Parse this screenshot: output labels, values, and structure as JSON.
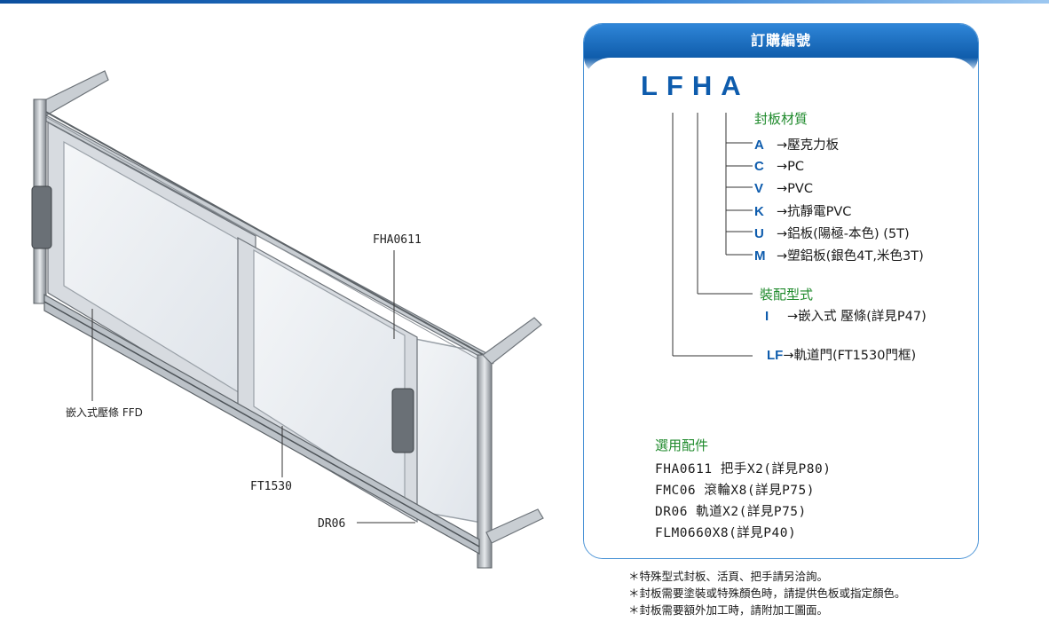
{
  "panel": {
    "title": "訂購編號",
    "code": "LFHA",
    "groups": {
      "material": {
        "title": "封板材質",
        "options": [
          {
            "code": "A",
            "desc": "→壓克力板"
          },
          {
            "code": "C",
            "desc": "→PC"
          },
          {
            "code": "V",
            "desc": "→PVC"
          },
          {
            "code": "K",
            "desc": "→抗靜電PVC"
          },
          {
            "code": "U",
            "desc": "→鋁板(陽極-本色) (5T)"
          },
          {
            "code": "M",
            "desc": "→塑鋁板(銀色4T,米色3T)"
          }
        ]
      },
      "assembly": {
        "title": "裝配型式",
        "options": [
          {
            "code": "I",
            "desc": "→嵌入式 壓條(詳見P47)"
          }
        ]
      },
      "type": {
        "code": "LF",
        "desc": "→軌道門(FT1530門框)"
      }
    },
    "accessories": {
      "title": "選用配件",
      "items": [
        "FHA0611 把手X2(詳見P80)",
        "FMC06 滾輪X8(詳見P75)",
        "DR06 軌道X2(詳見P75)",
        "FLM0660X8(詳見P40)"
      ]
    }
  },
  "callouts": {
    "handle": "FHA0611",
    "molding": "嵌入式壓條 FFD",
    "frame": "FT1530",
    "rail": "DR06"
  },
  "notes": [
    "＊特殊型式封板、活頁、把手請另洽詢。",
    "＊封板需要塗裝或特殊顏色時，請提供色板或指定顏色。",
    "＊封板需要額外加工時，請附加工圖面。"
  ],
  "colors": {
    "accent": "#0e5cad",
    "group_title": "#1f8a2c",
    "header_gradient_top": "#2f86d8",
    "header_gradient_bottom": "#0f5cab"
  }
}
